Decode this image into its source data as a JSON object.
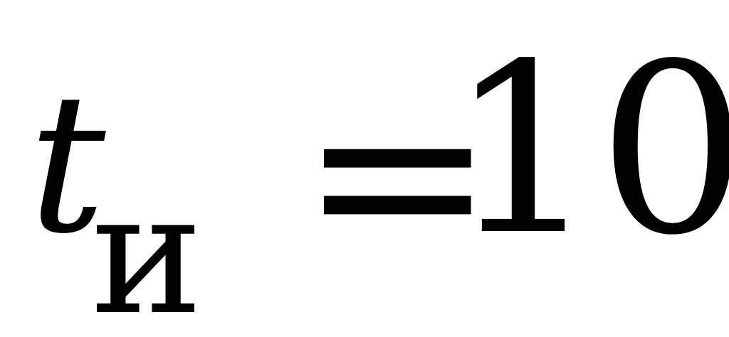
{
  "formula": {
    "variable": "t",
    "subscript": "и",
    "operator": "=",
    "value": "10"
  },
  "colors": {
    "text": "#000000",
    "background": "#ffffff"
  }
}
